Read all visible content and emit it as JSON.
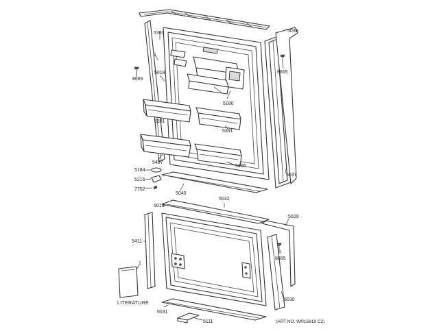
{
  "callouts": {
    "c5363": "5363",
    "c5036": "5036",
    "c1a": "1",
    "c8665a": "8665",
    "c8665b": "8665",
    "c8665c": "8665",
    "c5018": "5018",
    "c5180": "5180",
    "c5391a": "5391",
    "c5391b": "5391",
    "c5407": "5407",
    "c5406": "5406",
    "c5184": "5184",
    "c5216": "5216",
    "c7752": "7752",
    "c5037": "5037",
    "c5040": "5040",
    "c5019": "5019",
    "c5032": "5032",
    "c5029": "5029",
    "c5411": "5411",
    "c1b": "1",
    "c5030": "5030",
    "c5031": "5031",
    "c5111": "5111"
  },
  "literature_label": "LITERATURE",
  "art_number": "(ART NO. WR16619 C2)"
}
